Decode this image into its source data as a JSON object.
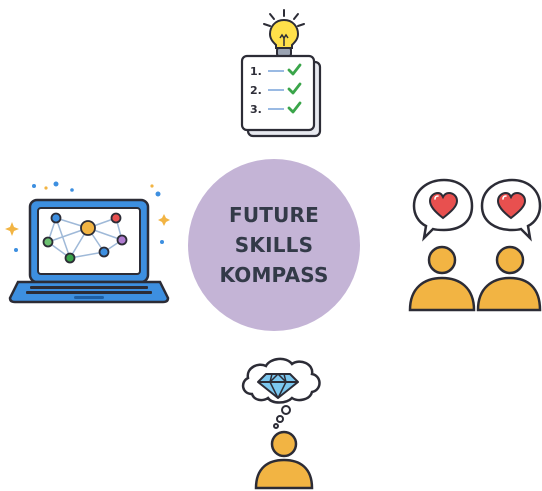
{
  "center": {
    "lines": [
      "FUTURE",
      "SKILLS",
      "KOMPASS"
    ],
    "color": "#c4b4d6"
  },
  "checklist": {
    "numbers": [
      "1.",
      "2.",
      "3."
    ],
    "icon": "idea-checklist-icon"
  },
  "icons": {
    "top": "lightbulb-checklist-icon",
    "left": "laptop-network-icon",
    "right": "people-heart-speech-icon",
    "bottom": "person-diamond-thought-icon"
  },
  "colors": {
    "outline": "#2c2c36",
    "person": "#f2b443",
    "heart": "#e8504f",
    "laptop": "#3d8fe0",
    "diamond": "#7bc7ef",
    "check": "#3aa54a",
    "bulb": "#ffe04a"
  }
}
